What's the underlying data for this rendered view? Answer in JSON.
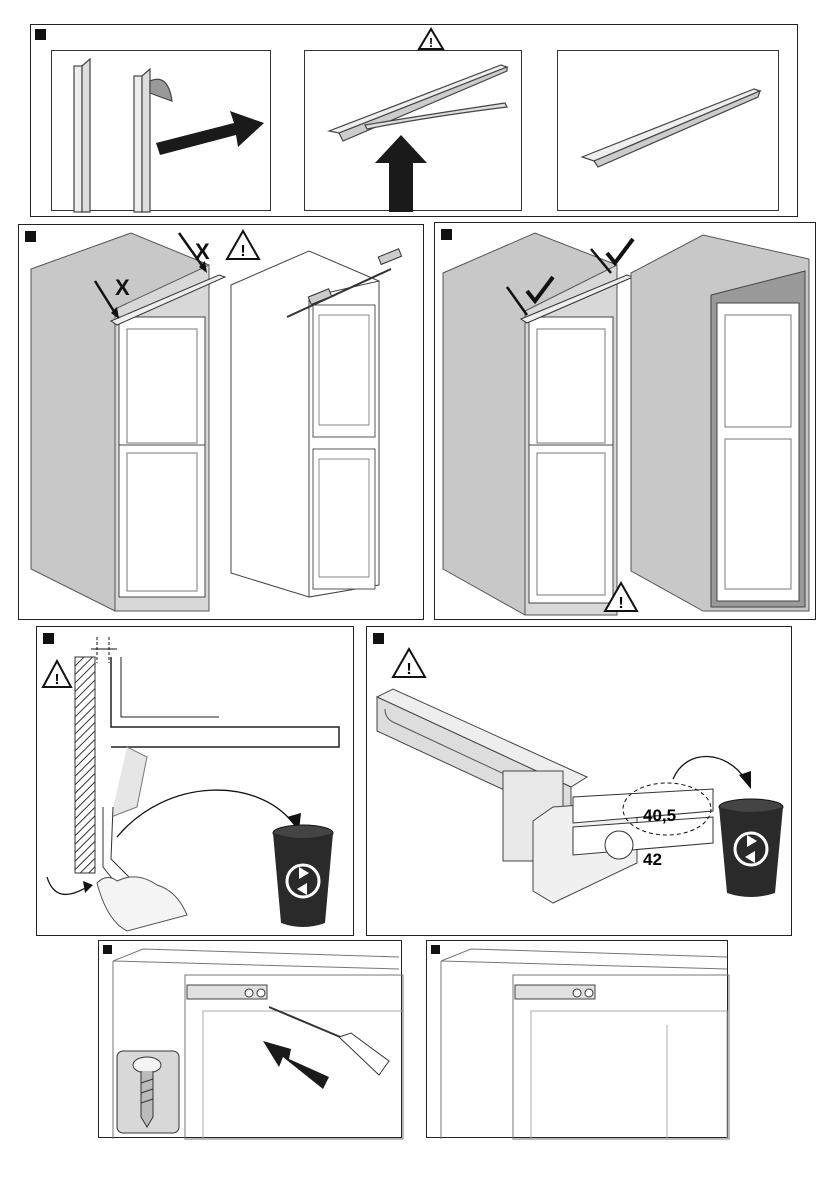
{
  "steps": [
    {
      "id": "strip-prep",
      "labels": []
    },
    {
      "id": "wrong-placement",
      "labels": []
    },
    {
      "id": "correct-placement",
      "labels": []
    },
    {
      "id": "gap-check",
      "labels": []
    },
    {
      "id": "spacer",
      "labels": [
        "40,5",
        "42"
      ]
    },
    {
      "id": "screw-hinge",
      "labels": []
    },
    {
      "id": "hinge-done",
      "labels": []
    }
  ],
  "marks": {
    "wrong": "X",
    "right": "✓",
    "warning": "!"
  },
  "spacer_values": {
    "top": "40,5",
    "bottom": "42"
  },
  "colors": {
    "cabinet_grey": "#c8c8c8",
    "bin_dark": "#2a2a2a",
    "arrow": "#1a1a1a"
  },
  "icons": [
    "warning-triangle-icon",
    "recycle-bin-icon",
    "screwdriver-icon",
    "screw-icon",
    "checkmark-icon",
    "cross-icon",
    "arrow-icon"
  ]
}
